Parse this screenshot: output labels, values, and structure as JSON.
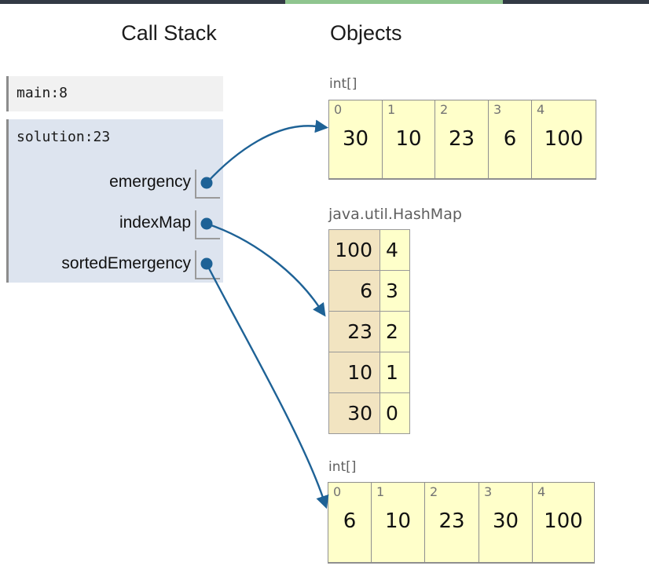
{
  "progress_bar": {
    "track_color": "#333a45",
    "fill_color": "#8fc58f"
  },
  "headers": {
    "call_stack": "Call Stack",
    "objects": "Objects"
  },
  "call_stack": {
    "frames": [
      {
        "label": "main:8",
        "active": false,
        "variables": []
      },
      {
        "label": "solution:23",
        "active": true,
        "variables": [
          {
            "name": "emergency",
            "points_to": "array-1"
          },
          {
            "name": "indexMap",
            "points_to": "hashmap-1"
          },
          {
            "name": "sortedEmergency",
            "points_to": "array-2"
          }
        ]
      }
    ]
  },
  "objects": [
    {
      "id": "array-1",
      "type": "array",
      "label": "int[]",
      "indices": [
        "0",
        "1",
        "2",
        "3",
        "4"
      ],
      "values": [
        "30",
        "10",
        "23",
        "6",
        "100"
      ]
    },
    {
      "id": "hashmap-1",
      "type": "map",
      "label": "java.util.HashMap",
      "entries": [
        {
          "key": "100",
          "value": "4"
        },
        {
          "key": "6",
          "value": "3"
        },
        {
          "key": "23",
          "value": "2"
        },
        {
          "key": "10",
          "value": "1"
        },
        {
          "key": "30",
          "value": "0"
        }
      ]
    },
    {
      "id": "array-2",
      "type": "array",
      "label": "int[]",
      "indices": [
        "0",
        "1",
        "2",
        "3",
        "4"
      ],
      "values": [
        "6",
        "10",
        "23",
        "30",
        "100"
      ]
    }
  ],
  "colors": {
    "arrow": "#1e6296",
    "array_cell_bg": "#ffffca",
    "map_key_bg": "#f2e4c1",
    "map_value_bg": "#feffca",
    "frame_bg": "#f1f1f1",
    "active_frame_bg": "#dde4ef",
    "border_gray": "#8f8f8f"
  }
}
